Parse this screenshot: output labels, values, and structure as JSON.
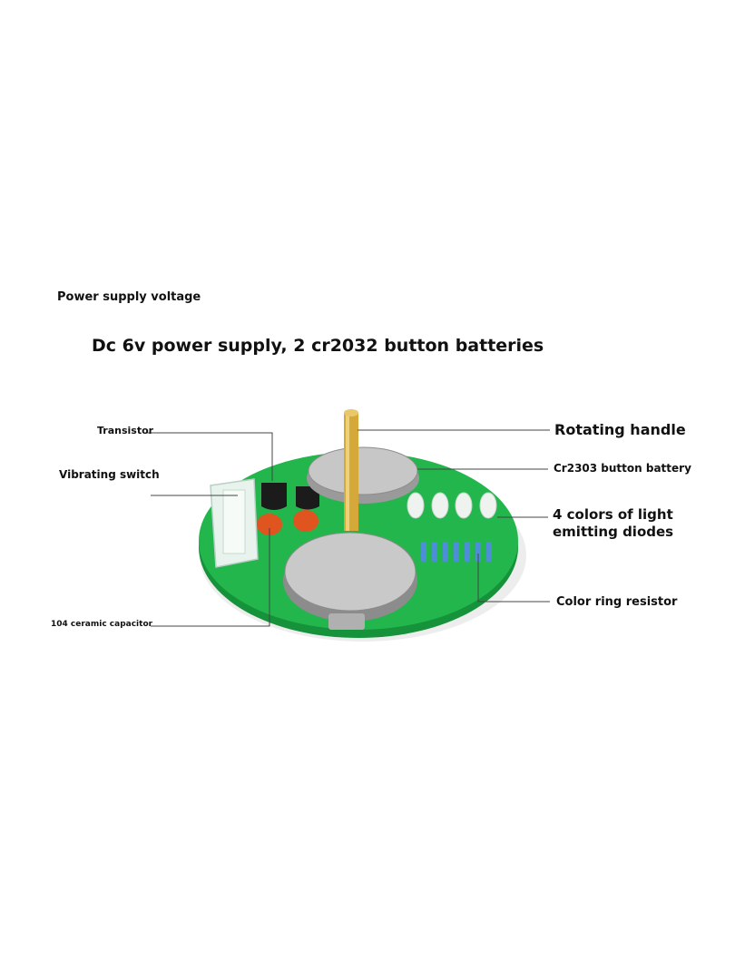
{
  "subtitle": "Power supply voltage",
  "headline": "Dc 6v power supply, 2 cr2032 button batteries",
  "labels": {
    "transistor": "Transistor",
    "vibrating_switch": "Vibrating switch",
    "ceramic_capacitor": "104 ceramic capacitor",
    "rotating_handle": "Rotating handle",
    "button_battery": "Cr2303 button battery",
    "leds": "4 colors of light emitting diodes",
    "resistor": "Color ring resistor"
  },
  "colors": {
    "pcb": "#1fb24a",
    "pcb_dark": "#15923a",
    "battery": "#b8b8b8",
    "brass": "#d4a93a",
    "capacitor": "#e0541f",
    "resistor": "#4d8fd6"
  }
}
